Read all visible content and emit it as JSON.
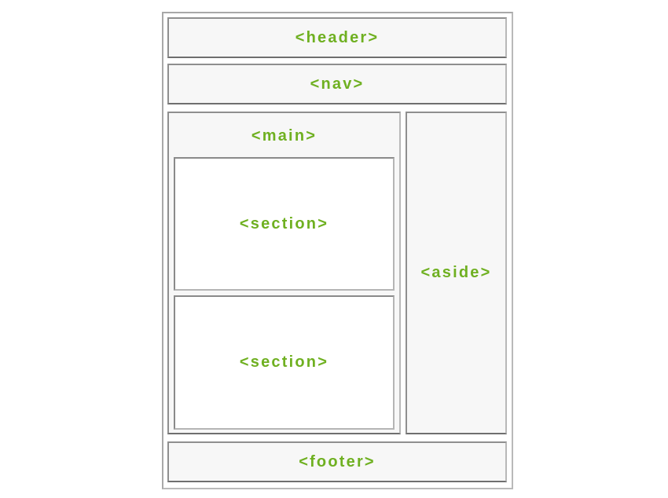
{
  "diagram": {
    "type": "html5-semantic-layout",
    "accent_color": "#6fb021",
    "panel_background": "#f7f7f7",
    "section_background": "#ffffff",
    "elements": {
      "header": "<header>",
      "nav": "<nav>",
      "main": "<main>",
      "sections": [
        "<section>",
        "<section>"
      ],
      "aside": "<aside>",
      "footer": "<footer>"
    }
  }
}
